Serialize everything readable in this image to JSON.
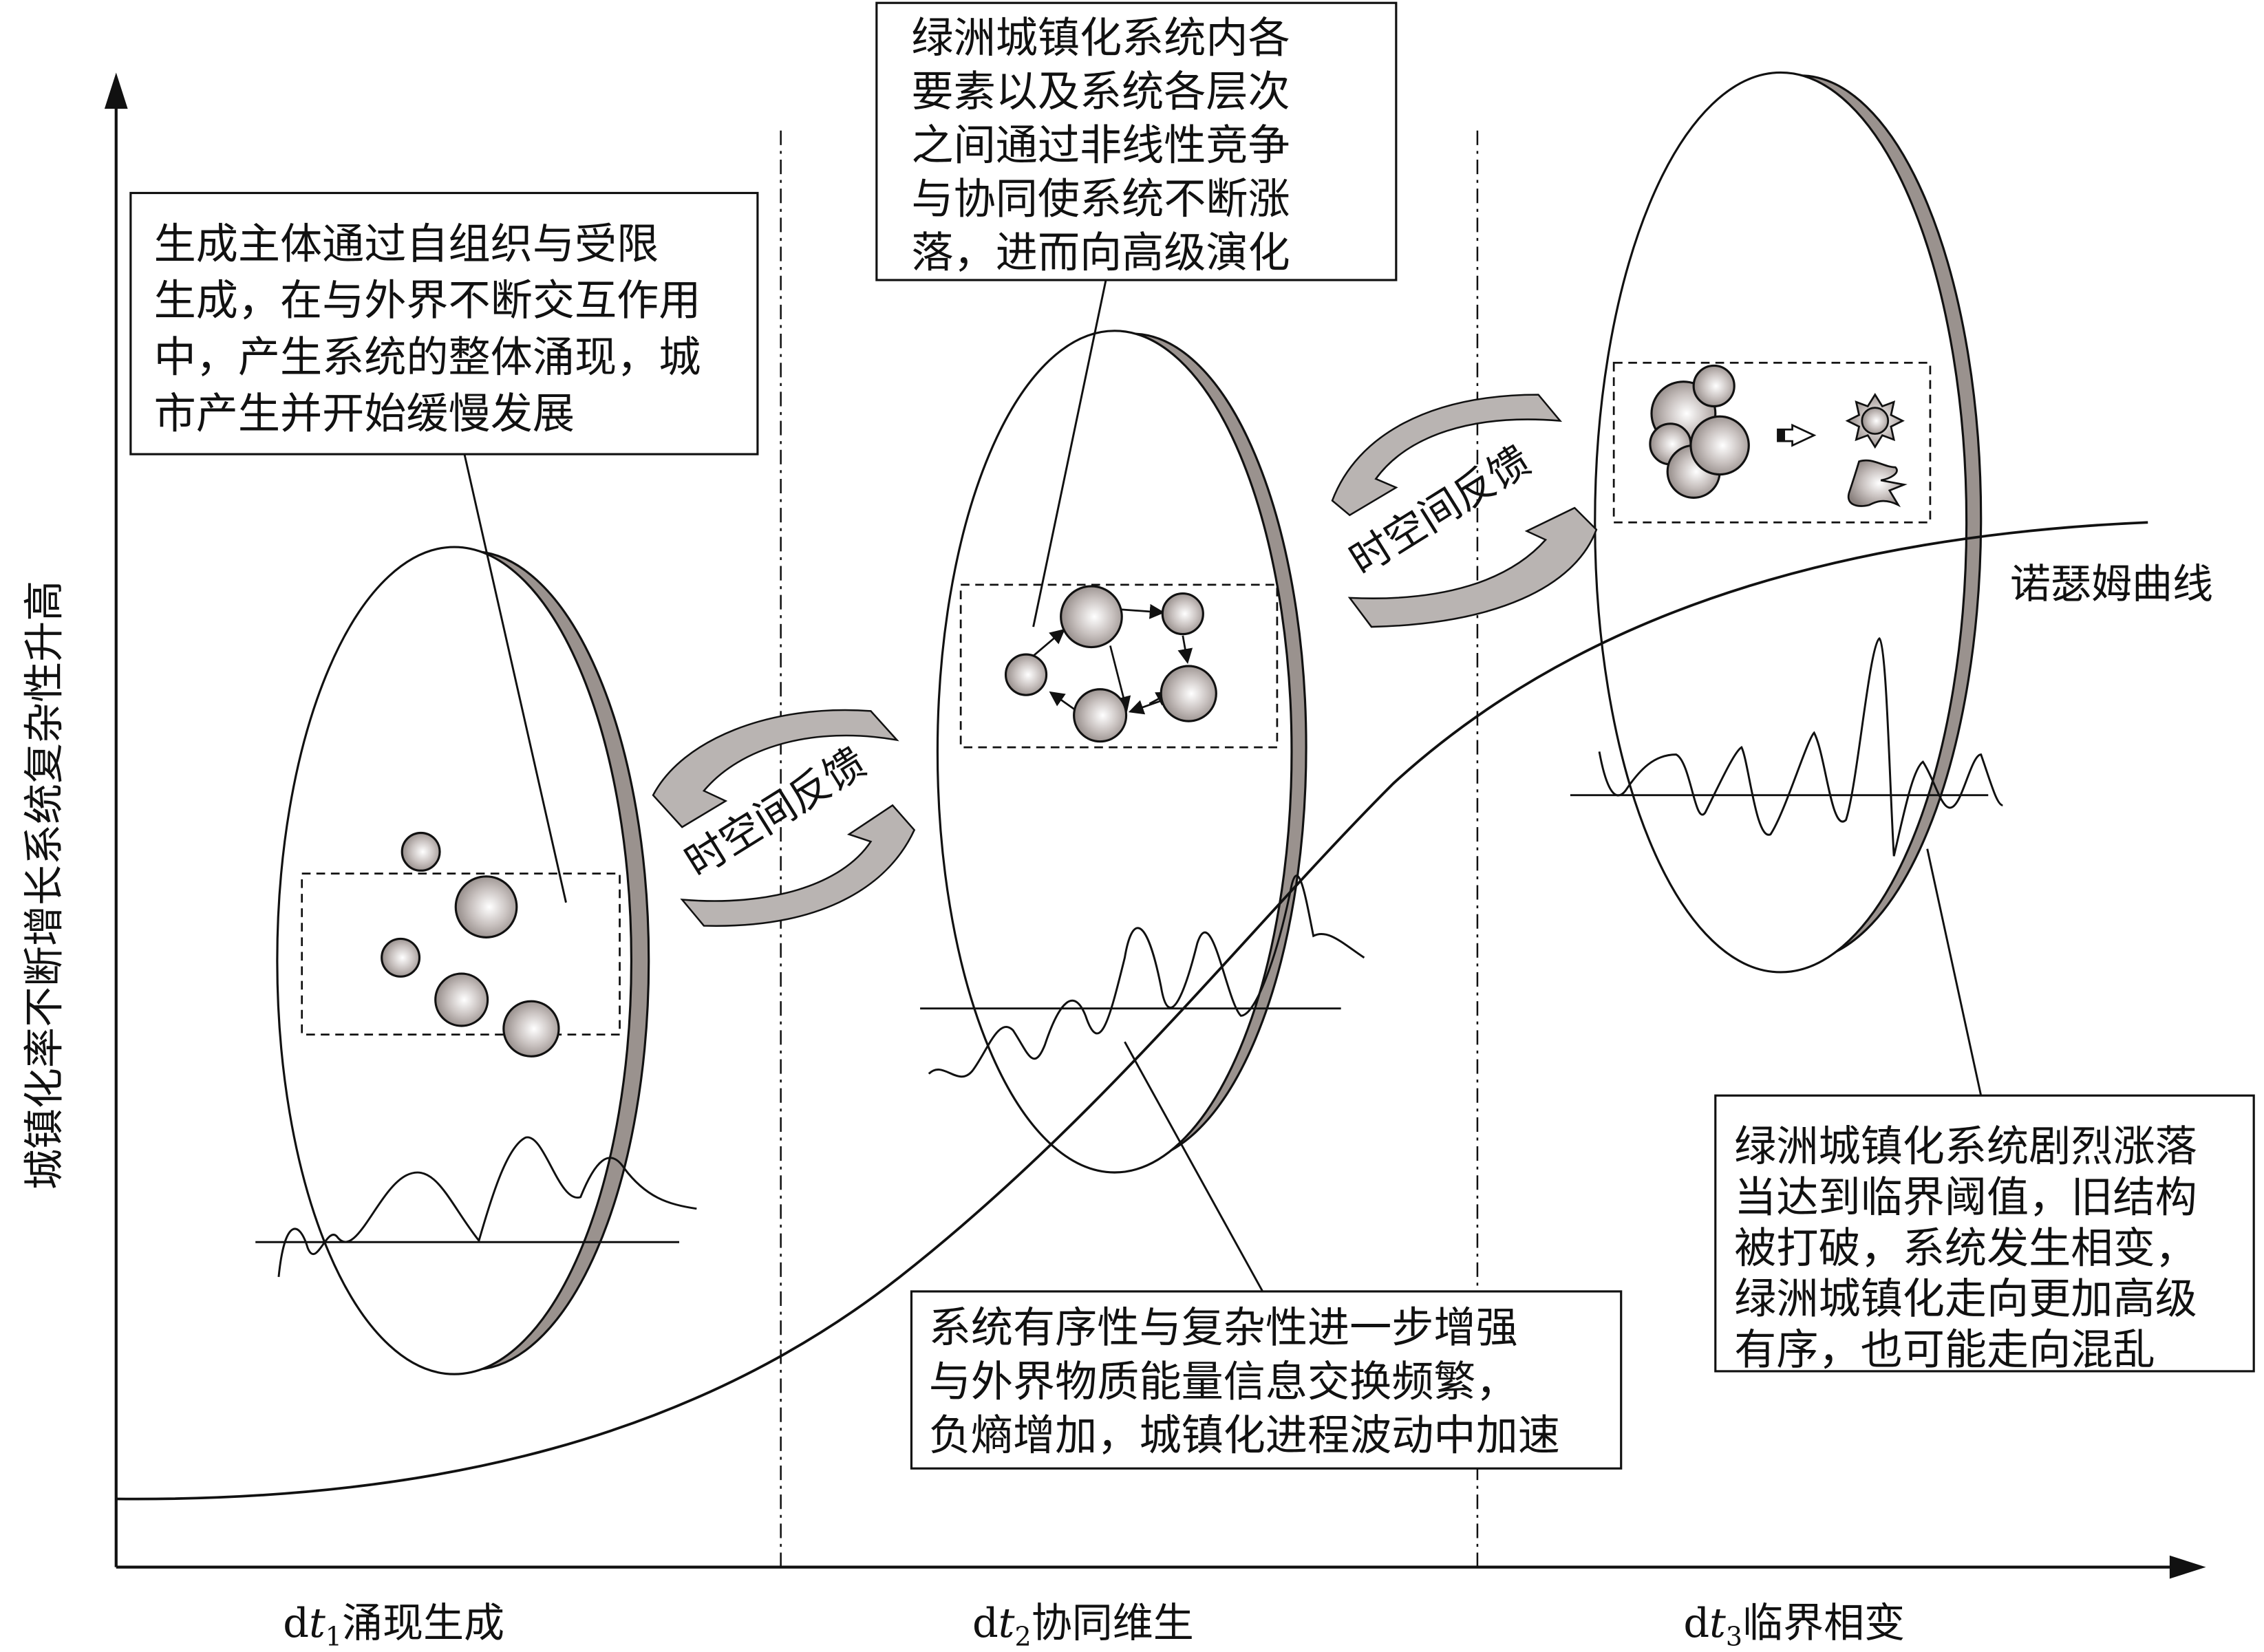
{
  "y_axis_label": "城镇化率不断增长系统复杂性升高",
  "stages": [
    {
      "prefix": "d",
      "var": "t",
      "sub": "1",
      "name": "涌现生成"
    },
    {
      "prefix": "d",
      "var": "t",
      "sub": "2",
      "name": "协同维生"
    },
    {
      "prefix": "d",
      "var": "t",
      "sub": "3",
      "name": "临界相变"
    }
  ],
  "feedback_label": "时空间反馈",
  "curve_label": "诺瑟姆曲线",
  "boxes": {
    "stage1": [
      "生成主体通过自组织与受限",
      "生成，在与外界不断交互作用",
      "中，产生系统的整体涌现，城",
      "市产生并开始缓慢发展"
    ],
    "stage2_top": [
      "绿洲城镇化系统内各",
      "要素以及系统各层次",
      "之间通过非线性竞争",
      "与协同使系统不断涨",
      "落，进而向高级演化"
    ],
    "stage2_bottom": [
      "系统有序性与复杂性进一步增强",
      "与外界物质能量信息交换频繁，",
      "负熵增加，城镇化进程波动中加速"
    ],
    "stage3": [
      "绿洲城镇化系统剧烈涨落",
      "当达到临界阈值，旧结构",
      "被打破，系统发生相变，",
      "绿洲城镇化走向更加高级",
      "有序，也可能走向混乱"
    ]
  },
  "colors": {
    "rim": "#9a928e",
    "arrow_fill": "#b9b4b2",
    "line": "#111111"
  }
}
